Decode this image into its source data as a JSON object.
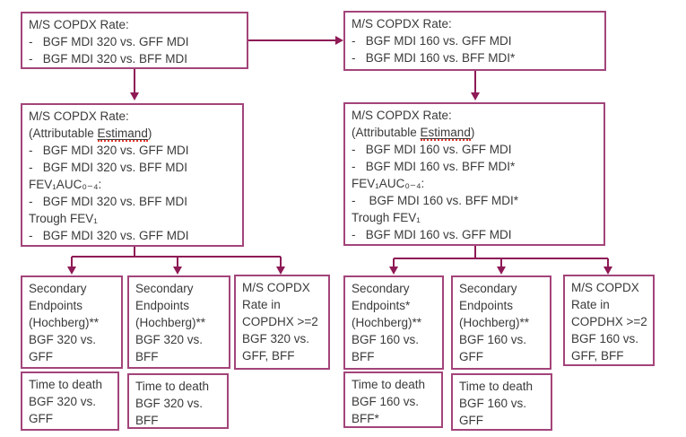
{
  "colors": {
    "box_border": "#a3447a",
    "arrow": "#8e1a56",
    "text": "#3a3a3a",
    "spellcheck_squiggle": "#e0392f",
    "background": "#ffffff"
  },
  "flowchart": {
    "l1_320": {
      "text": "M/S COPDX Rate:\n-   BGF MDI 320 vs. GFF MDI\n-   BGF MDI 320 vs. BFF MDI"
    },
    "l1_160": {
      "text": "M/S COPDX Rate:\n-   BGF MDI 160 vs. GFF MDI\n-   BGF MDI 160 vs. BFF MDI*"
    },
    "l2_320": {
      "line1": "M/S COPDX Rate:",
      "attr_prefix": "(Attributable ",
      "estimand": "Estimand",
      "attr_suffix": ")",
      "line3": "-   BGF MDI 320 vs. GFF MDI",
      "line4": "-   BGF MDI 320 vs. BFF MDI",
      "line5": "FEV₁AUC₀₋₄:",
      "line6": "-   BGF MDI 320 vs. BFF MDI",
      "line7": "Trough FEV₁",
      "line8": "-   BGF MDI 320 vs. GFF MDI"
    },
    "l2_160": {
      "line1": "M/S COPDX Rate:",
      "attr_prefix": "(Attributable ",
      "estimand": "Estimand",
      "attr_suffix": ")",
      "line3": "-   BGF MDI 160 vs. GFF MDI",
      "line4": "-   BGF MDI 160 vs. BFF MDI*",
      "line5": "FEV₁AUC₀₋₄:",
      "line6": "-    BGF MDI 160 vs. BFF MDI*",
      "line7": "Trough FEV₁",
      "line8": "-   BGF MDI 160 vs. GFF MDI"
    },
    "sec_320_gff": {
      "text": "Secondary\nEndpoints\n(Hochberg)**\nBGF 320 vs.\nGFF"
    },
    "sec_320_bff": {
      "text": "Secondary\nEndpoints\n(Hochberg)**\nBGF 320 vs.\nBFF"
    },
    "copdhx_320": {
      "text": "M/S COPDX\nRate in\nCOPDHX >=2\nBGF 320 vs.\nGFF, BFF"
    },
    "sec_160_bff": {
      "text": "Secondary\nEndpoints*\n(Hochberg)**\nBGF 160 vs.\nBFF"
    },
    "sec_160_gff": {
      "text": "Secondary\nEndpoints\n(Hochberg)**\nBGF 160 vs.\nGFF"
    },
    "copdhx_160": {
      "text": "M/S COPDX\nRate in\nCOPDHX >=2\nBGF 160 vs.\nGFF, BFF"
    },
    "ttd_320_gff": {
      "text": "Time to death\nBGF 320 vs.\nGFF"
    },
    "ttd_320_bff": {
      "text": "Time to death\nBGF 320 vs.\nBFF"
    },
    "ttd_160_bff": {
      "text": "Time to death\nBGF 160 vs.\nBFF*"
    },
    "ttd_160_gff": {
      "text": "Time to death\nBGF 160 vs.\nGFF"
    }
  }
}
